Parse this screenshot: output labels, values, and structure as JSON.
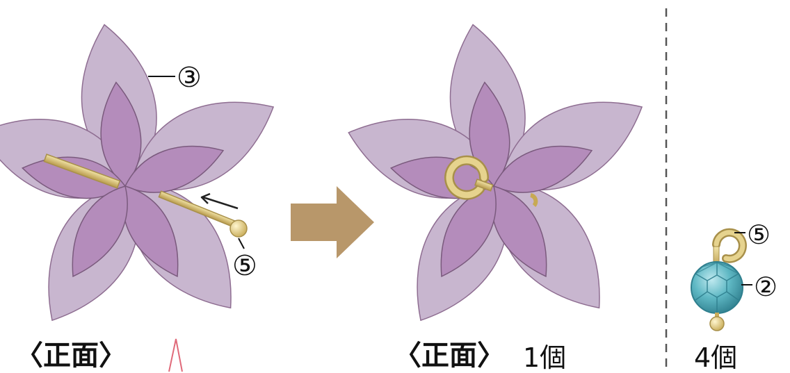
{
  "labels": {
    "left_view": "〈正面〉",
    "middle_view": "〈正面〉",
    "middle_count": "1個",
    "right_count": "4個",
    "callout_petal": "③",
    "callout_pin_left": "⑤",
    "callout_pin_right": "⑤",
    "callout_bead": "②"
  },
  "colors": {
    "outer_petal": "#c8b6cf",
    "inner_petal": "#b48cbb",
    "petal_outline": "#8e6d91",
    "gold": "#d6c27a",
    "gold_dark": "#a8904a",
    "bead": "#5fb8c4",
    "bead_dark": "#2f7f8e",
    "arrow_big": "#b8976a",
    "divider": "#555555",
    "marker": "#e06a7a"
  },
  "icons": {
    "process_arrow": "right-arrow-icon",
    "motion_arrow": "curved-arrow-icon",
    "fold_marker": "caret-mark-icon"
  }
}
